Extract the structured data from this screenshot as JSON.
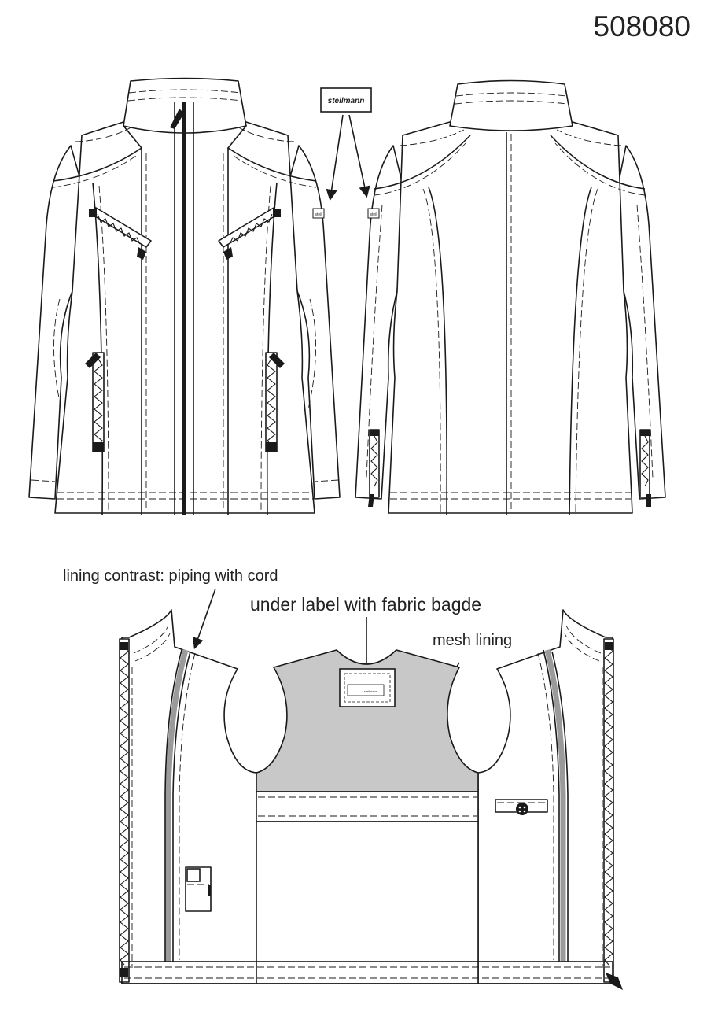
{
  "style_number": "508080",
  "brand_label": "steilmann",
  "brand_label_short": "steil",
  "annotations": {
    "piping": "lining contrast: piping with cord",
    "label": "under label with fabric bagde",
    "mesh": "mesh lining"
  },
  "colors": {
    "outline": "#1a1a1a",
    "mesh_lining": "#c8c8c8",
    "piping": "#9a9a9a",
    "background": "#ffffff"
  }
}
